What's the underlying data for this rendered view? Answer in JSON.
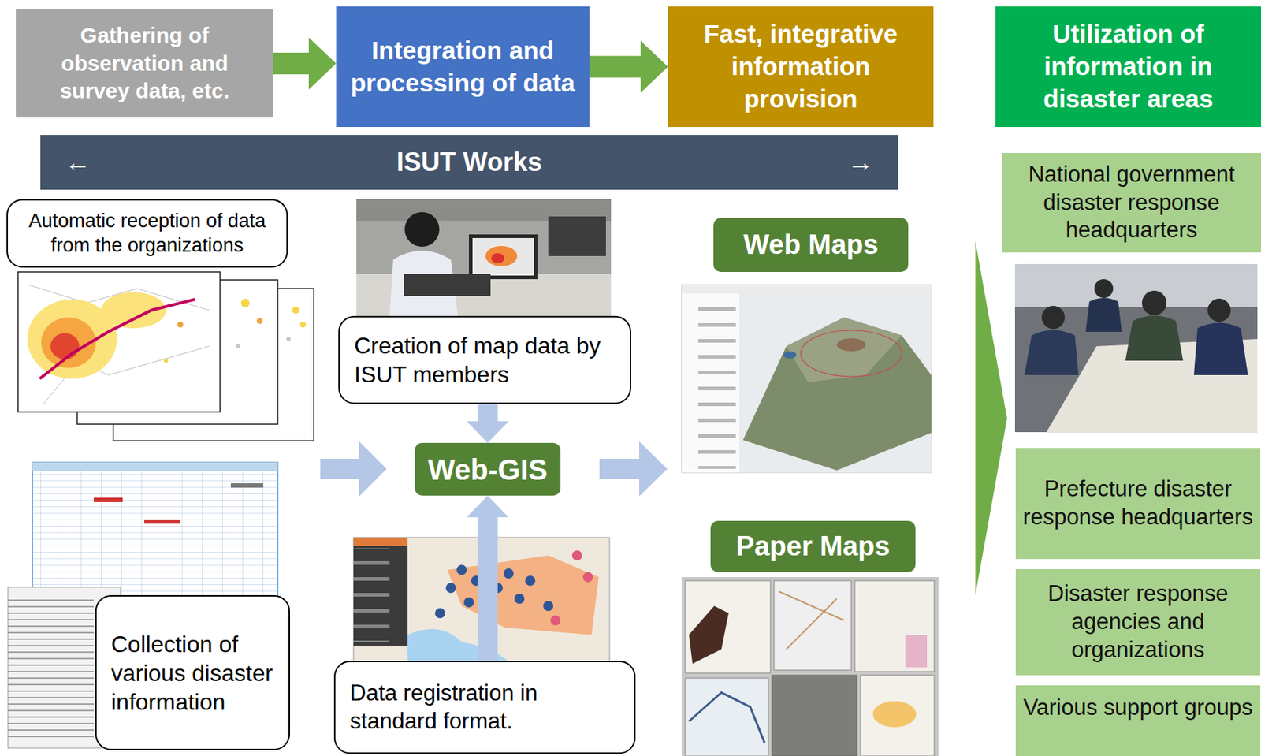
{
  "diagram": {
    "nodes": [
      {
        "text": [
          "Gathering of observation and survey data, etc."
        ]
      },
      {
        "text": [
          "Integration and processing of data"
        ]
      },
      {
        "text": [
          "Fast, integrative information provision"
        ]
      },
      {
        "text": [
          "Utilization of information in disaster areas"
        ]
      },
      {
        "text": [
          "←",
          "ISUT Works",
          "→"
        ]
      },
      {
        "text": [
          "National government disaster response headquarters"
        ]
      },
      {
        "text": [
          "Automatic reception of data from the organizations"
        ]
      },
      {
        "text": [
          "Creation of map data by ISUT members"
        ]
      },
      {
        "text": [
          "Web Maps"
        ]
      },
      {
        "text": [
          "Web-GIS"
        ]
      },
      {
        "text": [
          "Paper Maps"
        ]
      },
      {
        "text": [
          "Prefecture disaster response headquarters"
        ]
      },
      {
        "text": [
          "Disaster response agencies and organizations"
        ]
      },
      {
        "text": [
          "Collection of various disaster information"
        ]
      },
      {
        "text": [
          "Data registration in standard format."
        ]
      },
      {
        "text": [
          "Various support groups"
        ]
      }
    ],
    "edges": [
      {
        "from": 0,
        "to": 1,
        "arrow": "to"
      },
      {
        "from": 1,
        "to": 2,
        "arrow": "to"
      },
      {
        "from": 7,
        "to": 9,
        "arrow": "to"
      },
      {
        "from": 14,
        "to": 9,
        "arrow": "to"
      }
    ]
  }
}
